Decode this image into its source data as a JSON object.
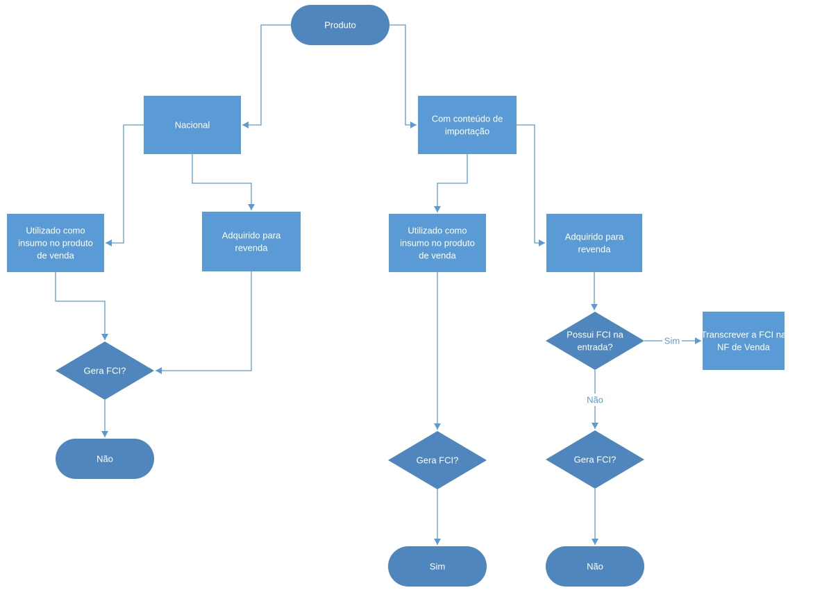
{
  "diagram": {
    "nodes": {
      "produto": {
        "type": "terminal",
        "lines": [
          "Produto"
        ]
      },
      "nacional": {
        "type": "process",
        "lines": [
          "Nacional"
        ]
      },
      "importacao": {
        "type": "process",
        "lines": [
          "Com conteúdo de",
          "importação"
        ]
      },
      "nac_insumo": {
        "type": "process",
        "lines": [
          "Utilizado como",
          "insumo no produto",
          "de venda"
        ]
      },
      "nac_revenda": {
        "type": "process",
        "lines": [
          "Adquirido para",
          "revenda"
        ]
      },
      "imp_insumo": {
        "type": "process",
        "lines": [
          "Utilizado como",
          "insumo no produto",
          "de venda"
        ]
      },
      "imp_revenda": {
        "type": "process",
        "lines": [
          "Adquirido para",
          "revenda"
        ]
      },
      "nac_gera_fci": {
        "type": "decision",
        "lines": [
          "Gera FCI?"
        ]
      },
      "nac_nao": {
        "type": "terminal",
        "lines": [
          "Não"
        ]
      },
      "imp_gera_fci": {
        "type": "decision",
        "lines": [
          "Gera FCI?"
        ]
      },
      "imp_sim": {
        "type": "terminal",
        "lines": [
          "Sim"
        ]
      },
      "possui_fci": {
        "type": "decision",
        "lines": [
          "Possui FCI na",
          "entrada?"
        ]
      },
      "transcrever": {
        "type": "process",
        "lines": [
          "Transcrever a FCI na",
          "NF de Venda"
        ]
      },
      "rev_gera_fci": {
        "type": "decision",
        "lines": [
          "Gera FCI?"
        ]
      },
      "rev_nao": {
        "type": "terminal",
        "lines": [
          "Não"
        ]
      }
    },
    "edges": [
      {
        "from": "produto",
        "to": "nacional",
        "label": ""
      },
      {
        "from": "produto",
        "to": "importacao",
        "label": ""
      },
      {
        "from": "nacional",
        "to": "nac_insumo",
        "label": ""
      },
      {
        "from": "nacional",
        "to": "nac_revenda",
        "label": ""
      },
      {
        "from": "nac_insumo",
        "to": "nac_gera_fci",
        "label": ""
      },
      {
        "from": "nac_revenda",
        "to": "nac_gera_fci",
        "label": ""
      },
      {
        "from": "nac_gera_fci",
        "to": "nac_nao",
        "label": ""
      },
      {
        "from": "importacao",
        "to": "imp_insumo",
        "label": ""
      },
      {
        "from": "importacao",
        "to": "imp_revenda",
        "label": ""
      },
      {
        "from": "imp_insumo",
        "to": "imp_gera_fci",
        "label": ""
      },
      {
        "from": "imp_gera_fci",
        "to": "imp_sim",
        "label": ""
      },
      {
        "from": "imp_revenda",
        "to": "possui_fci",
        "label": ""
      },
      {
        "from": "possui_fci",
        "to": "transcrever",
        "label": "Sim"
      },
      {
        "from": "possui_fci",
        "to": "rev_gera_fci",
        "label": "Não"
      },
      {
        "from": "rev_gera_fci",
        "to": "rev_nao",
        "label": ""
      }
    ]
  },
  "colors": {
    "connector": "#5b9bd5",
    "process_fill": "#5b9bd5",
    "terminal_fill": "#4f86bd",
    "decision_fill": "#4f86bd",
    "node_text": "#ffffff",
    "edge_label": "#5b9bd5"
  }
}
